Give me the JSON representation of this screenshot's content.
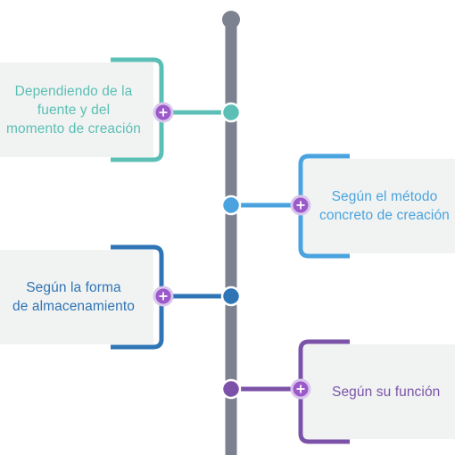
{
  "colors": {
    "spine": "#7d8290",
    "card_bg": "#f1f3f2",
    "plus_badge": "#9b59c9"
  },
  "items": [
    {
      "label": "Dependiendo de la\nfuente y del\nmomento de creación",
      "color": "#5bbfb5",
      "side": "left"
    },
    {
      "label": "Según el método\nconcreto de creación",
      "color": "#4aa3df",
      "side": "right"
    },
    {
      "label": "Según la forma\nde almacenamiento",
      "color": "#2f74b5",
      "side": "left"
    },
    {
      "label": "Según su función",
      "color": "#7b52a8",
      "side": "right"
    }
  ],
  "icons": {
    "expand": "plus-icon"
  }
}
